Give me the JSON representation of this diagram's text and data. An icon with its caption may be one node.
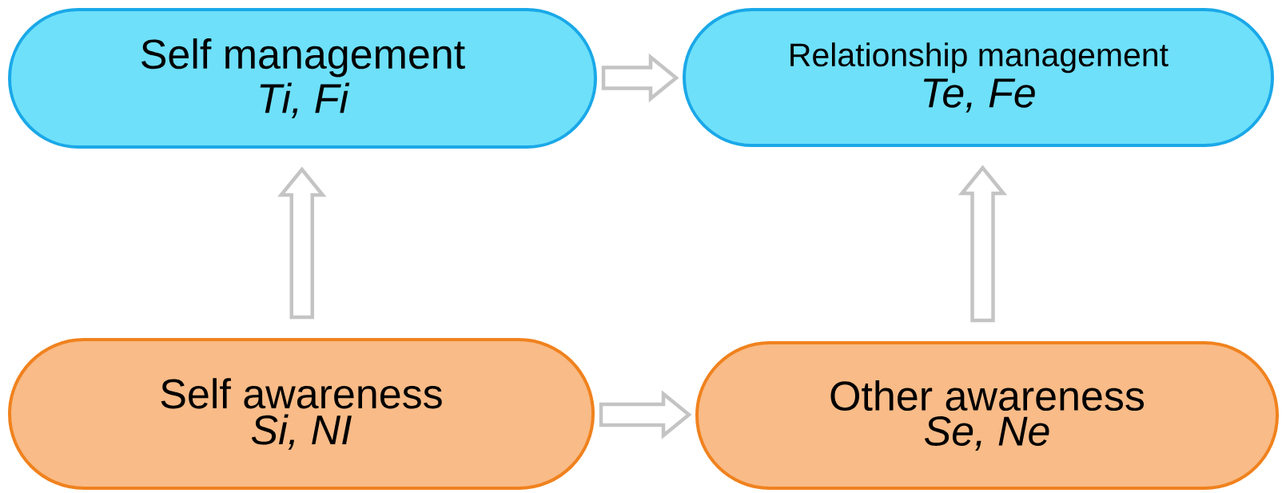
{
  "diagram": {
    "nodes": [
      {
        "text": [
          "Self management",
          "Ti, Fi"
        ]
      },
      {
        "text": [
          "Relationship management",
          "Te, Fe"
        ]
      },
      {
        "text": [
          "Self awareness",
          "Si, NI"
        ]
      },
      {
        "text": [
          "Other awareness",
          "Se, Ne"
        ]
      }
    ],
    "edges": [
      {
        "from": 0,
        "to": 1,
        "arrow": "to"
      },
      {
        "from": 2,
        "to": 0,
        "arrow": "to"
      },
      {
        "from": 2,
        "to": 3,
        "arrow": "to"
      },
      {
        "from": 3,
        "to": 1,
        "arrow": "to"
      }
    ]
  }
}
